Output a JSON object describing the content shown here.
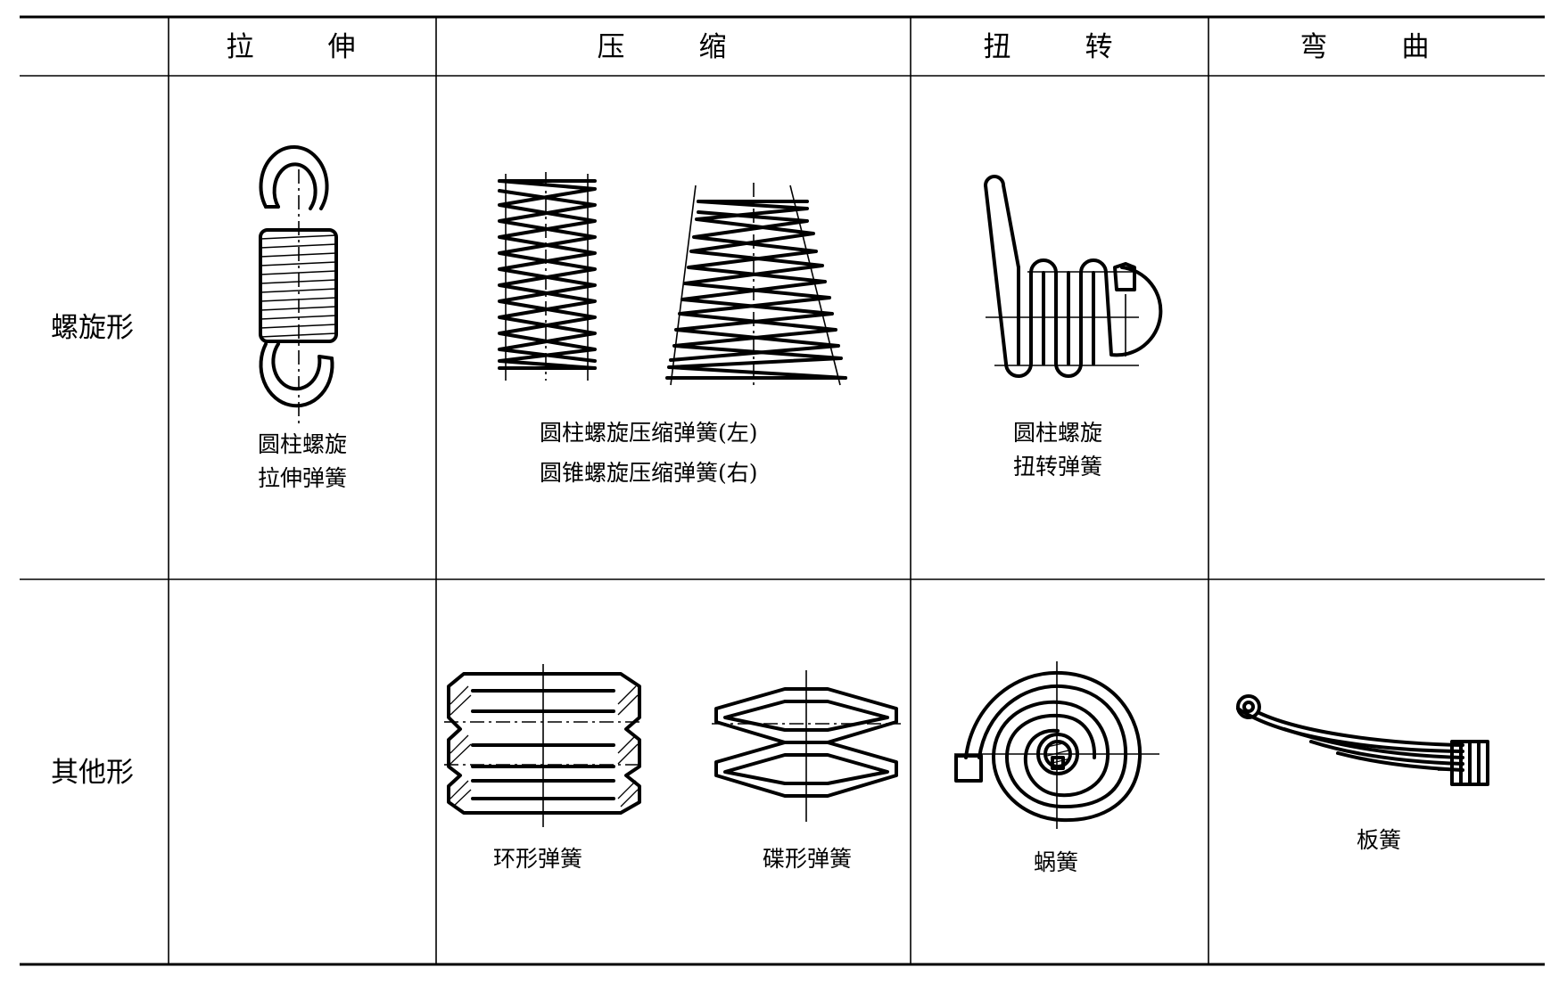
{
  "table": {
    "columns": [
      "",
      "拉　伸",
      "压　缩",
      "扭　转",
      "弯　曲"
    ],
    "rows": [
      {
        "type": "螺旋形",
        "tension": [
          "圆柱螺旋",
          "拉伸弹簧"
        ],
        "compression": [
          "圆柱螺旋压缩弹簧(左)",
          "圆锥螺旋压缩弹簧(右)"
        ],
        "torsion": [
          "圆柱螺旋",
          "扭转弹簧"
        ],
        "bending": ""
      },
      {
        "type": "其他形",
        "tension": "",
        "compression": [
          "环形弹簧",
          "碟形弹簧"
        ],
        "torsion": "蜗簧",
        "bending": "板簧"
      }
    ]
  },
  "icons": [
    "extension-spring-icon",
    "cylindrical-compression-spring-icon",
    "conical-compression-spring-icon",
    "torsion-spring-icon",
    "ring-spring-icon",
    "disc-spring-icon",
    "spiral-spring-icon",
    "leaf-spring-icon"
  ]
}
